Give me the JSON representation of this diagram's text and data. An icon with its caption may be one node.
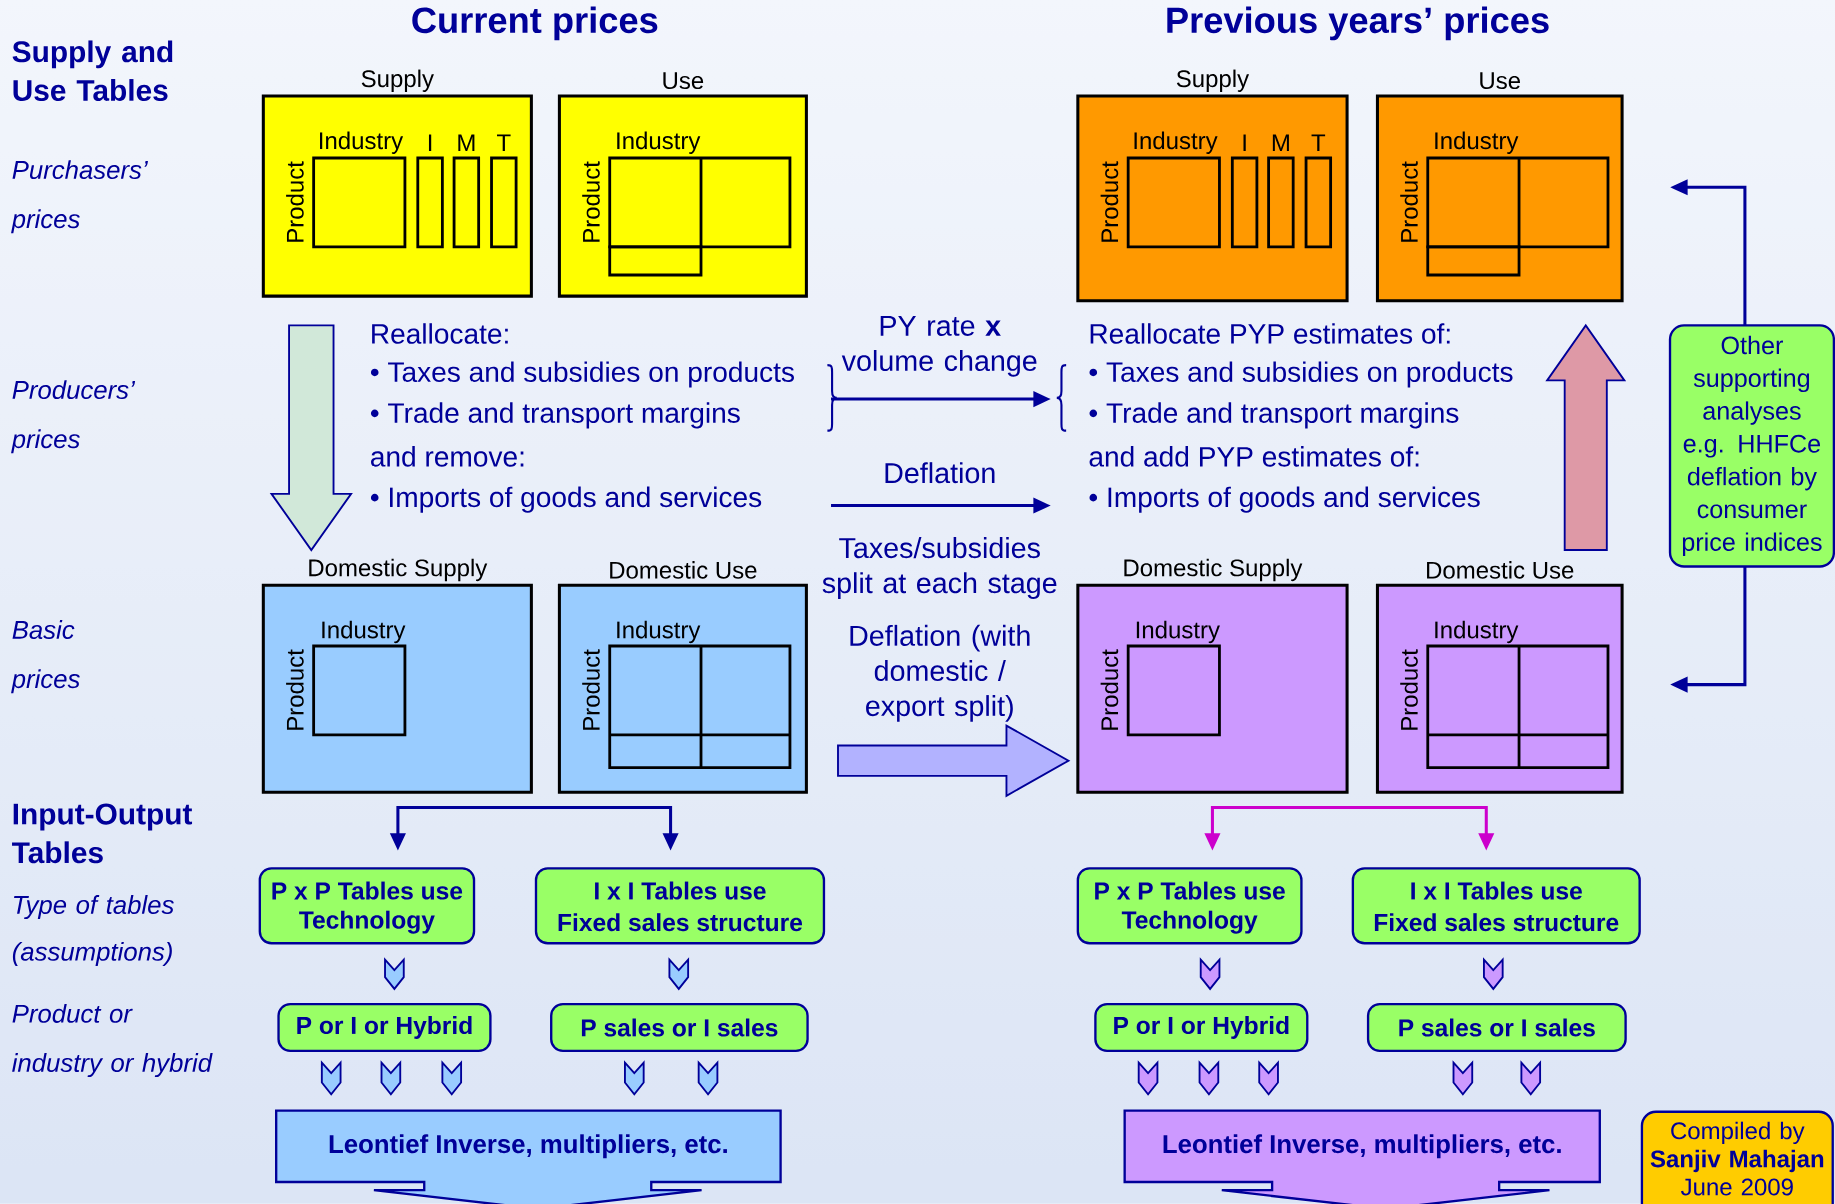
{
  "diagram": {
    "nodes": [
      {
        "text": [
          "Supply",
          "Industry",
          "I",
          "M",
          "T",
          "Product"
        ]
      },
      {
        "text": [
          "Use",
          "Industry",
          "Product"
        ]
      },
      {
        "text": [
          "Supply",
          "Industry",
          "I",
          "M",
          "T",
          "Product"
        ]
      },
      {
        "text": [
          "Use",
          "Industry",
          "Product"
        ]
      },
      {
        "text": [
          "Domestic Supply",
          "Industry",
          "Product"
        ]
      },
      {
        "text": [
          "Domestic Use",
          "Industry",
          "Product"
        ]
      },
      {
        "text": [
          "Domestic Supply",
          "Industry",
          "Product"
        ]
      },
      {
        "text": [
          "Domestic Use",
          "Industry",
          "Product"
        ]
      },
      {
        "text": [
          "Reallocate:",
          "• Taxes and subsidies on products",
          "• Trade and transport margins",
          "and remove:",
          "• Imports of goods and services"
        ]
      },
      {
        "text": [
          "Reallocate PYP estimates of:",
          "• Taxes and subsidies on products",
          "• Trade and transport margins",
          "and add PYP estimates of:",
          "• Imports of goods and services"
        ]
      },
      {
        "text": [
          "P x P Tables use",
          "Technology"
        ]
      },
      {
        "text": [
          "I x I Tables use",
          "Fixed sales structure"
        ]
      },
      {
        "text": [
          "P or I or Hybrid"
        ]
      },
      {
        "text": [
          "P sales or I sales"
        ]
      },
      {
        "text": [
          "Leontief Inverse, multipliers, etc."
        ]
      },
      {
        "text": [
          "P x P Tables use",
          "Technology"
        ]
      },
      {
        "text": [
          "I x I Tables use",
          "Fixed sales structure"
        ]
      },
      {
        "text": [
          "P or I or Hybrid"
        ]
      },
      {
        "text": [
          "P sales or I sales"
        ]
      },
      {
        "text": [
          "Leontief Inverse, multipliers, etc."
        ]
      },
      {
        "text": [
          "Other supporting analyses e.g. HHFCe deflation by consumer price indices"
        ]
      },
      {
        "text": [
          "Compiled by **Sanjiv Mahajan** June 2009"
        ]
      }
    ],
    "edges": [
      {
        "from": 0,
        "to": 4,
        "arrow": "to",
        "style": "thick"
      },
      {
        "from": 7,
        "to": 3,
        "arrow": "to",
        "style": "thick"
      },
      {
        "from": 8,
        "to": 9,
        "arrow": "to",
        "label": "PY rate **x** volume change"
      },
      {
        "from": 8,
        "to": 9,
        "arrow": "to",
        "label": "Deflation"
      },
      {
        "from": 5,
        "to": 6,
        "arrow": "to",
        "style": "thick",
        "label": "Deflation (with domestic / export split)"
      },
      {
        "from": 10,
        "to": 11,
        "arrow": "both"
      },
      {
        "from": 15,
        "to": 16,
        "arrow": "both",
        "color": "#cc00cc"
      },
      {
        "from": 10,
        "to": 12,
        "arrow": "to",
        "style": "thick"
      },
      {
        "from": 11,
        "to": 13,
        "arrow": "to",
        "style": "thick"
      },
      {
        "from": 12,
        "to": 14,
        "arrow": "to",
        "style": "thick"
      },
      {
        "from": 12,
        "to": 14,
        "arrow": "to",
        "style": "thick"
      },
      {
        "from": 12,
        "to": 14,
        "arrow": "to",
        "style": "thick"
      },
      {
        "from": 13,
        "to": 14,
        "arrow": "to",
        "style": "thick"
      },
      {
        "from": 13,
        "to": 14,
        "arrow": "to",
        "style": "thick"
      },
      {
        "from": 15,
        "to": 17,
        "arrow": "to",
        "style": "thick"
      },
      {
        "from": 16,
        "to": 18,
        "arrow": "to",
        "style": "thick"
      },
      {
        "from": 17,
        "to": 19,
        "arrow": "to",
        "style": "thick"
      },
      {
        "from": 17,
        "to": 19,
        "arrow": "to",
        "style": "thick"
      },
      {
        "from": 17,
        "to": 19,
        "arrow": "to",
        "style": "thick"
      },
      {
        "from": 18,
        "to": 19,
        "arrow": "to",
        "style": "thick"
      },
      {
        "from": 18,
        "to": 19,
        "arrow": "to",
        "style": "thick"
      },
      {
        "from": 20,
        "to": 3,
        "arrow": "to"
      },
      {
        "from": 20,
        "to": 7,
        "arrow": "to"
      }
    ],
    "labels": [
      "Current prices",
      "Previous years’ prices",
      "Supply and Use Tables",
      "Purchasers’ prices",
      "Producers’ prices",
      "Taxes/subsidies split at each stage",
      "Basic prices",
      "Input-Output Tables",
      "Type of tables (assumptions)",
      "Product or industry or hybrid"
    ]
  }
}
